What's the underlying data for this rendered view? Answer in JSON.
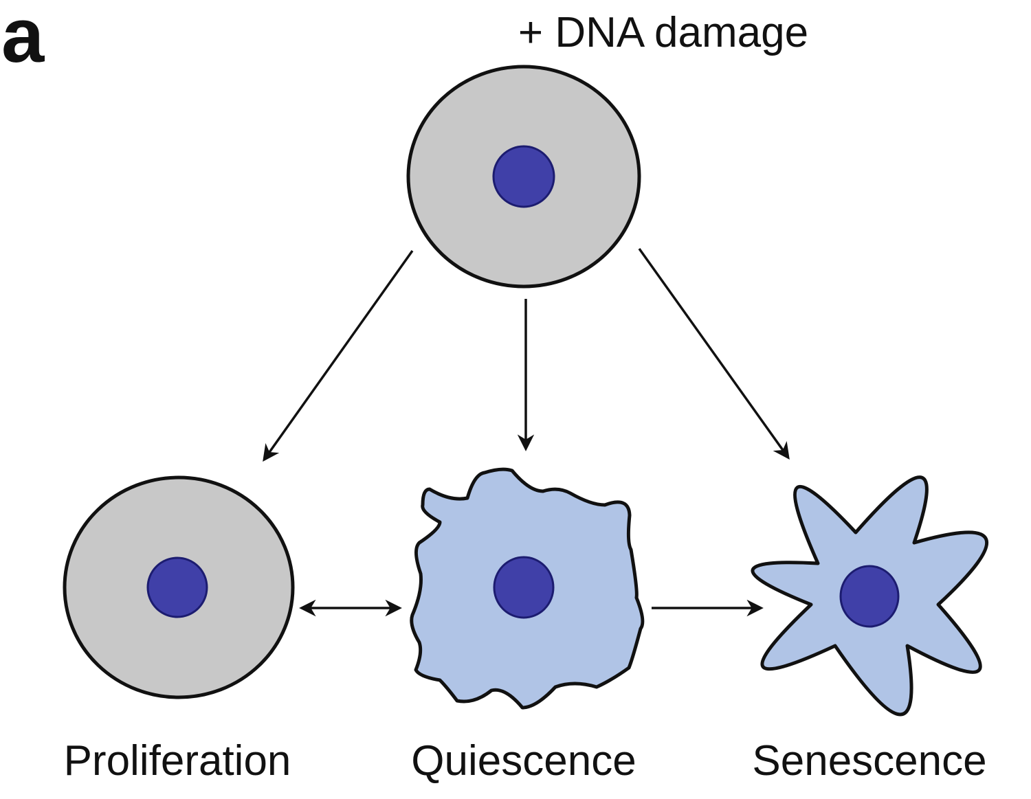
{
  "panel_label": "a",
  "title": "+ DNA damage",
  "states": {
    "proliferation": "Proliferation",
    "quiescence": "Quiescence",
    "senescence": "Senescence"
  },
  "colors": {
    "normal_cell": "#c8c8c8",
    "altered_cell": "#b0c4e6",
    "nucleus": "#4040a8"
  }
}
